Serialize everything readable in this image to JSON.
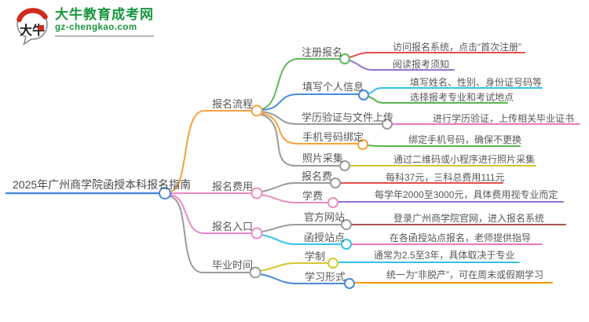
{
  "logo": {
    "icon_text": "大牛",
    "title": "大牛教育成考网",
    "domain": "gz-chengkao.com",
    "brand_green": "#17963c",
    "brand_red": "#cf2a1e"
  },
  "mindmap": {
    "root": {
      "label": "2025年广州商学院函授本科报名指南",
      "color": "#4a89dc"
    },
    "branches": [
      {
        "label": "报名流程",
        "color": "#f7a23c",
        "children": [
          {
            "label": "注册报名",
            "color": "#5cb85c",
            "children": [
              {
                "label": "访问报名系统，点击“首次注册”",
                "color": "#e64c4c"
              },
              {
                "label": "阅读报考须知",
                "color": "#9575cd"
              }
            ]
          },
          {
            "label": "填写个人信息",
            "color": "#4a89dc",
            "children": [
              {
                "label": "填写姓名、性别、身份证号码等",
                "color": "#33c3e8"
              },
              {
                "label": "选择报考专业和考试地点",
                "color": "#5ab54e"
              }
            ]
          },
          {
            "label": "学历验证与文件上传",
            "color": "#9b9b9b",
            "children": [
              {
                "label": "进行学历验证，上传相关毕业证书",
                "color": "#f277bd"
              }
            ]
          },
          {
            "label": "手机号码绑定",
            "color": "#f7a23c",
            "children": [
              {
                "label": "绑定手机号码，确保不更换",
                "color": "#5ab54e"
              }
            ]
          },
          {
            "label": "照片采集",
            "color": "#9b9b9b",
            "children": [
              {
                "label": "通过二维码或小程序进行照片采集",
                "color": "#d3c72f"
              }
            ]
          }
        ]
      },
      {
        "label": "报名费用",
        "color": "#f08bbf",
        "children": [
          {
            "label": "报名费",
            "color": "#9b9b9b",
            "children": [
              {
                "label": "每科37元，三科总费用111元",
                "color": "#e64c4c"
              }
            ]
          },
          {
            "label": "学费",
            "color": "#f08bbf",
            "children": [
              {
                "label": "每学年2000至3000元，具体费用视专业而定",
                "color": "#9070cf"
              }
            ]
          }
        ]
      },
      {
        "label": "报名入口",
        "color": "#ec86ca",
        "children": [
          {
            "label": "官方网站",
            "color": "#9b9b9b",
            "children": [
              {
                "label": "登录广州商学院官网，进入报名系统",
                "color": "#a6544e"
              }
            ]
          },
          {
            "label": "函授站点",
            "color": "#33c3e8",
            "children": [
              {
                "label": "在各函授站点报名，老师提供指导",
                "color": "#f277bd"
              }
            ]
          }
        ]
      },
      {
        "label": "毕业时间",
        "color": "#9b9b9b",
        "children": [
          {
            "label": "学制",
            "color": "#d3c72f",
            "children": [
              {
                "label": "通常为2.5至3年，具体取决于专业",
                "color": "#33c3e8"
              }
            ]
          },
          {
            "label": "学习形式",
            "color": "#4a89dc",
            "children": [
              {
                "label": "统一为“非脱产”，可在周末或假期学习",
                "color": "#ff9800"
              }
            ]
          }
        ]
      }
    ]
  }
}
